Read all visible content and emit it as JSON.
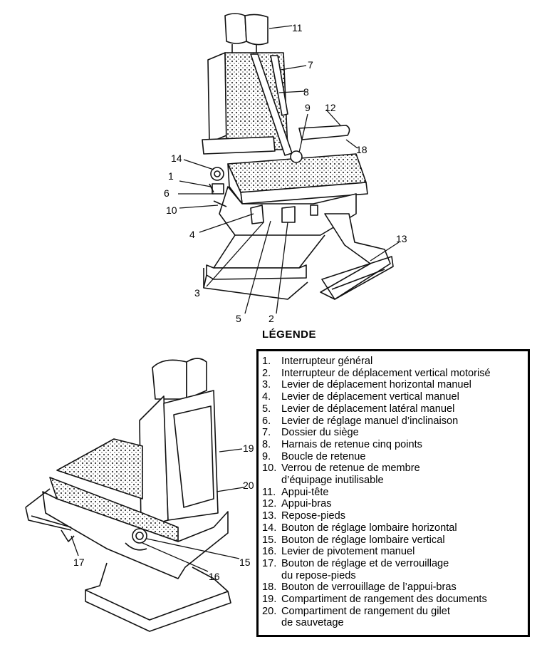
{
  "top_callouts": [
    "11",
    "7",
    "8",
    "9",
    "12",
    "18",
    "14",
    "1",
    "6",
    "10",
    "4",
    "13",
    "3",
    "5",
    "2"
  ],
  "bottom_callouts": [
    "19",
    "20",
    "17",
    "15",
    "16"
  ],
  "legend": {
    "title": "LÉGENDE",
    "items": [
      {
        "num": "1.",
        "text": "Interrupteur général"
      },
      {
        "num": "2.",
        "text": "Interrupteur de déplacement vertical motorisé"
      },
      {
        "num": "3.",
        "text": "Levier de déplacement horizontal manuel"
      },
      {
        "num": "4.",
        "text": "Levier de déplacement vertical manuel"
      },
      {
        "num": "5.",
        "text": "Levier de déplacement latéral manuel"
      },
      {
        "num": "6.",
        "text": "Levier de réglage manuel d’inclinaison"
      },
      {
        "num": "7.",
        "text": "Dossier du siège"
      },
      {
        "num": "8.",
        "text": "Harnais de retenue cinq points"
      },
      {
        "num": "9.",
        "text": "Boucle de retenue"
      },
      {
        "num": "10.",
        "text": "Verrou de retenue de membre",
        "cont": "d’équipage inutilisable"
      },
      {
        "num": "11.",
        "text": "Appui-tête"
      },
      {
        "num": "12.",
        "text": "Appui-bras"
      },
      {
        "num": "13.",
        "text": "Repose-pieds"
      },
      {
        "num": "14.",
        "text": "Bouton de réglage lombaire horizontal"
      },
      {
        "num": "15.",
        "text": "Bouton de réglage lombaire vertical"
      },
      {
        "num": "16.",
        "text": "Levier de pivotement manuel"
      },
      {
        "num": "17.",
        "text": "Bouton de réglage et de verrouillage",
        "cont": "du repose-pieds"
      },
      {
        "num": "18.",
        "text": "Bouton de verrouillage de l’appui-bras"
      },
      {
        "num": "19.",
        "text": "Compartiment de rangement des documents"
      },
      {
        "num": "20.",
        "text": "Compartiment de rangement du gilet",
        "cont": "de sauvetage"
      }
    ]
  }
}
